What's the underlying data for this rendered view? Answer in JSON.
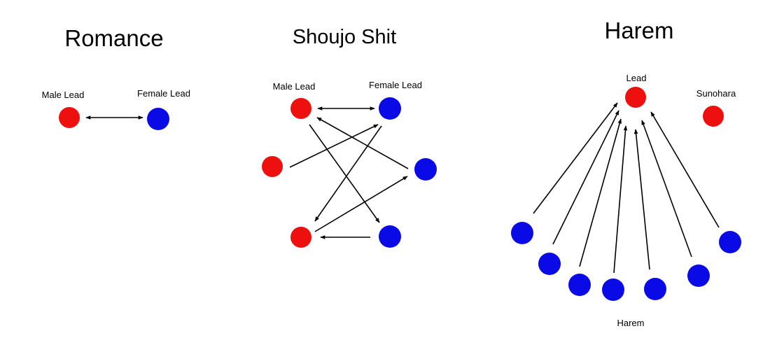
{
  "colors": {
    "red": "#ee0f0f",
    "blue": "#0a0ae6",
    "arrow": "#000000"
  },
  "romance": {
    "title": "Romance",
    "male_label": "Male Lead",
    "female_label": "Female Lead"
  },
  "shoujo": {
    "title": "Shoujo Shit",
    "male_label": "Male Lead",
    "female_label": "Female Lead"
  },
  "harem": {
    "title": "Harem",
    "lead_label": "Lead",
    "sunohara_label": "Sunohara",
    "harem_label": "Harem"
  }
}
